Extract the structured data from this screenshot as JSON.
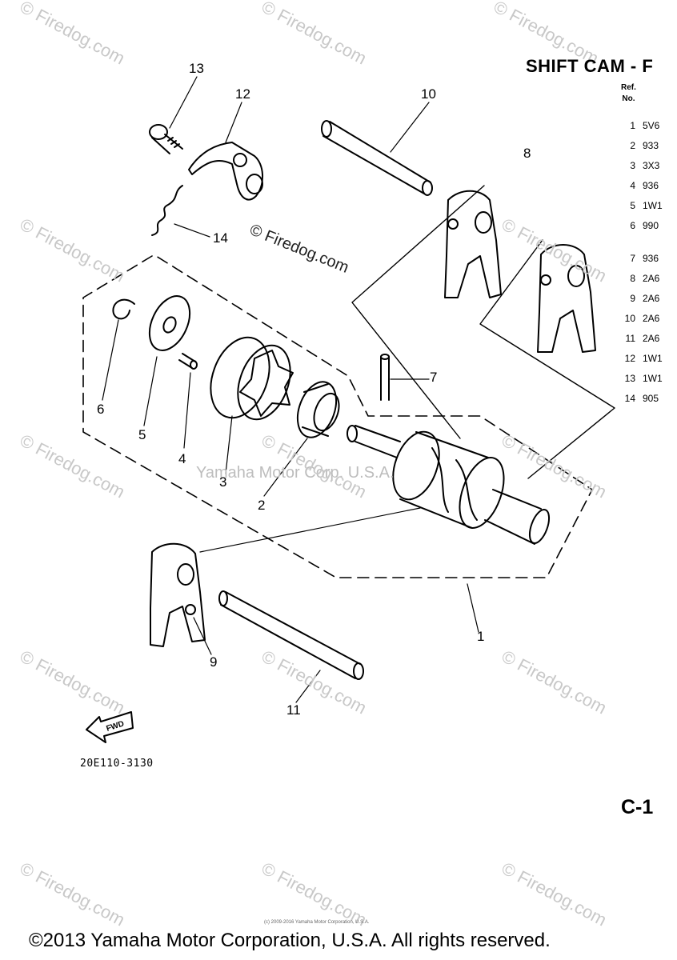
{
  "title": "SHIFT CAM - F",
  "ref_header": {
    "ref": "Ref.",
    "no": "No."
  },
  "parts": [
    {
      "ref": "1",
      "code": "5V6"
    },
    {
      "ref": "2",
      "code": "933"
    },
    {
      "ref": "3",
      "code": "3X3"
    },
    {
      "ref": "4",
      "code": "936"
    },
    {
      "ref": "5",
      "code": "1W1"
    },
    {
      "ref": "6",
      "code": "990"
    },
    {
      "ref": "7",
      "code": "936"
    },
    {
      "ref": "8",
      "code": "2A6"
    },
    {
      "ref": "9",
      "code": "2A6"
    },
    {
      "ref": "10",
      "code": "2A6"
    },
    {
      "ref": "11",
      "code": "2A6"
    },
    {
      "ref": "12",
      "code": "1W1"
    },
    {
      "ref": "13",
      "code": "1W1"
    },
    {
      "ref": "14",
      "code": "905"
    }
  ],
  "callouts": [
    "13",
    "12",
    "10",
    "8",
    "14",
    "6",
    "5",
    "4",
    "3",
    "2",
    "7",
    "1",
    "9",
    "11"
  ],
  "fwd_label": "FWD",
  "drawing_code": "20E110-3130",
  "page_code": "C-1",
  "copyright": "©2013 Yamaha Motor Corporation, U.S.A. All rights reserved.",
  "small_copyright": "(c) 2009-2016 Yamaha Motor Corporation, U.S.A.",
  "watermark_center": "© Firedog.com",
  "watermark": "© Firedog.com",
  "faint_mark": "Yamaha Motor Corp. U.S.A.",
  "colors": {
    "ink": "#000000",
    "watermark": "#c8c8c8"
  }
}
